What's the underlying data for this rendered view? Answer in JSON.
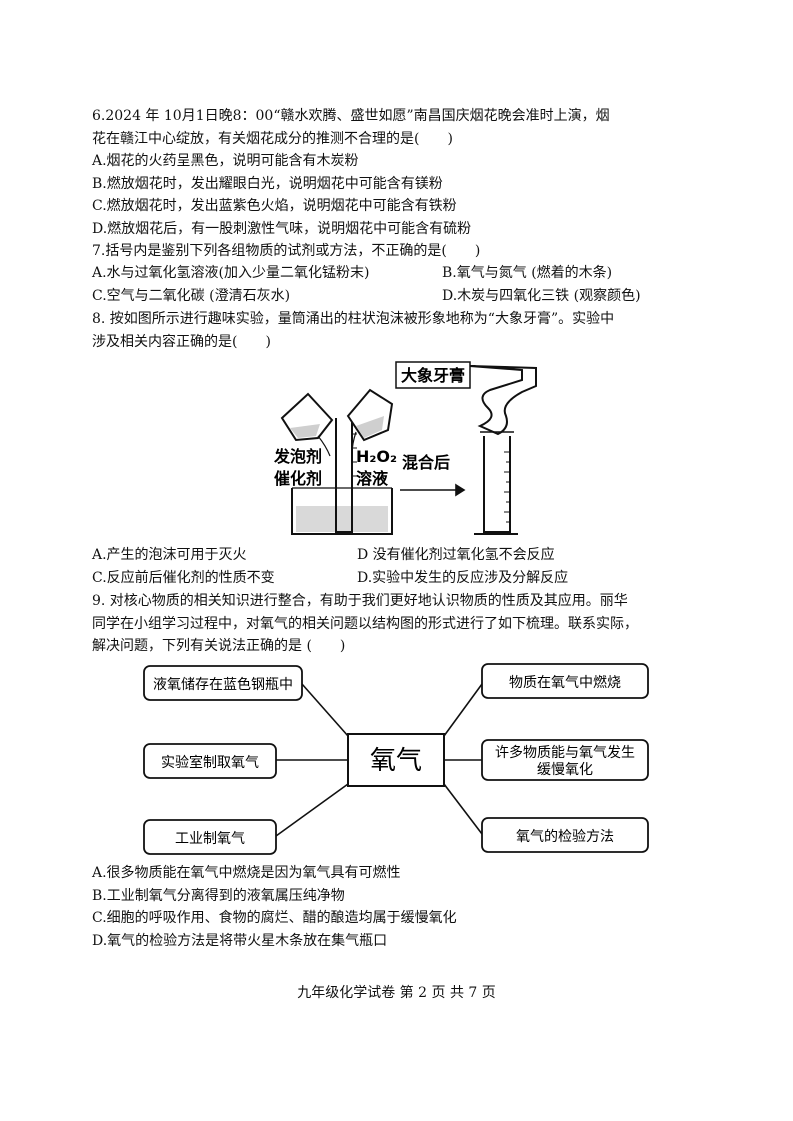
{
  "q6": {
    "line1": "6.2024 年 10月1日晚8：00“赣水欢腾、盛世如愿”南昌国庆烟花晚会准时上演，烟",
    "line2": "花在赣江中心绽放，有关烟花成分的推测不合理的是(　　)",
    "options": [
      "A.烟花的火药呈黑色，说明可能含有木炭粉",
      "B.燃放烟花时，发出耀眼白光，说明烟花中可能含有镁粉",
      "C.燃放烟花时，发出蓝紫色火焰，说明烟花中可能含有铁粉",
      "D.燃放烟花后，有一股刺激性气味，说明烟花中可能含有硫粉"
    ]
  },
  "q7": {
    "line1": "7.括号内是鉴别下列各组物质的试剂或方法，不正确的是(　　)",
    "options": [
      "A.水与过氧化氢溶液(加入少量二氧化锰粉末)",
      "B.氧气与氮气 (燃着的木条)",
      "C.空气与二氧化碳 (澄清石灰水)",
      "D.木炭与四氧化三铁 (观察颜色)"
    ]
  },
  "q8": {
    "line1": "8.  按如图所示进行趣味实验，量筒涌出的柱状泡沫被形象地称为“大象牙膏”。实验中",
    "line2": "涉及相关内容正确的是(　　)",
    "figure": {
      "label_toothpaste": "大象牙膏",
      "label_foam1": "发泡剂",
      "label_foam2": "催化剂",
      "label_h2o2": "H₂O₂",
      "label_solution": "溶液",
      "label_after": "混合后"
    },
    "options": [
      "A.产生的泡沫可用于灭火",
      "D 没有催化剂过氧化氢不会反应",
      "C.反应前后催化剂的性质不变",
      "D.实验中发生的反应涉及分解反应"
    ]
  },
  "q9": {
    "line1": "9.  对核心物质的相关知识进行整合，有助于我们更好地认识物质的性质及其应用。丽华",
    "line2": "同学在小组学习过程中，对氧气的相关问题以结构图的形式进行了如下梳理。联系实际，",
    "line3": "解决问题，下列有关说法正确的是 (　　)",
    "diagram": {
      "center": "氧气",
      "left_top": "液氧储存在蓝色钢瓶中",
      "left_mid": "实验室制取氧气",
      "left_bottom": "工业制氧气",
      "right_top": "物质在氧气中燃烧",
      "right_mid_1": "许多物质能与氧气发生",
      "right_mid_2": "缓慢氧化",
      "right_bottom": "氧气的检验方法"
    },
    "options": [
      "A.很多物质能在氧气中燃烧是因为氧气具有可燃性",
      "B.工业制氧气分离得到的液氧属压纯净物",
      "C.细胞的呼吸作用、食物的腐烂、醋的酿造均属于缓慢氧化",
      "D.氧气的检验方法是将带火星木条放在集气瓶口"
    ]
  },
  "footer": "九年级化学试卷 第 2 页 共 7 页"
}
